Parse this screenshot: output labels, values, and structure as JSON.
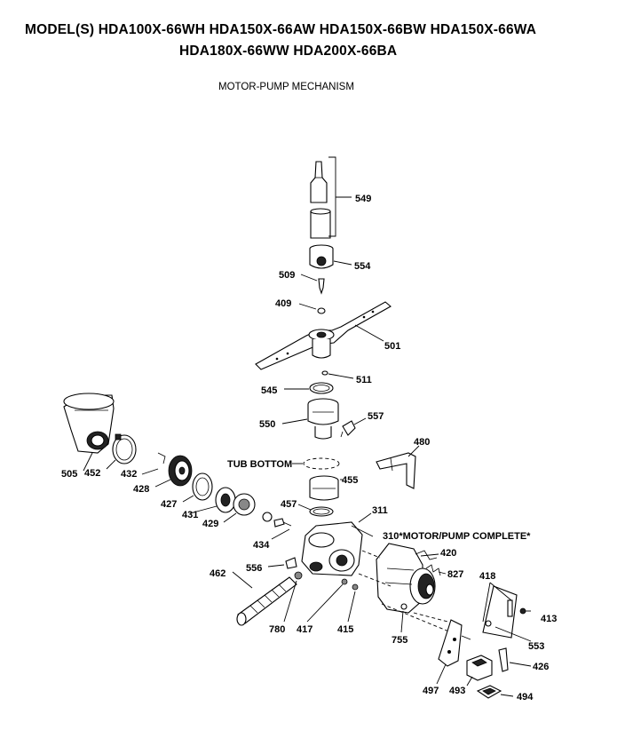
{
  "header": {
    "models_line1": "MODEL(S) HDA100X-66WH  HDA150X-66AW  HDA150X-66BW  HDA150X-66WA",
    "models_line2": "HDA180X-66WW  HDA200X-66BA",
    "title": "MOTOR-PUMP MECHANISM"
  },
  "notes": {
    "tub_bottom": "TUB BOTTOM",
    "motor_pump_complete": "310*MOTOR/PUMP COMPLETE*"
  },
  "parts": {
    "p549": "549",
    "p554": "554",
    "p509": "509",
    "p409": "409",
    "p501": "501",
    "p511": "511",
    "p545": "545",
    "p550": "550",
    "p557": "557",
    "p480": "480",
    "p505": "505",
    "p452": "452",
    "p432": "432",
    "p428": "428",
    "p455": "455",
    "p457": "457",
    "p311": "311",
    "p427": "427",
    "p431": "431",
    "p429": "429",
    "p434": "434",
    "p420": "420",
    "p827": "827",
    "p418": "418",
    "p462": "462",
    "p556": "556",
    "p413": "413",
    "p780": "780",
    "p417": "417",
    "p415": "415",
    "p755": "755",
    "p553": "553",
    "p426": "426",
    "p497": "497",
    "p493": "493",
    "p494": "494"
  }
}
